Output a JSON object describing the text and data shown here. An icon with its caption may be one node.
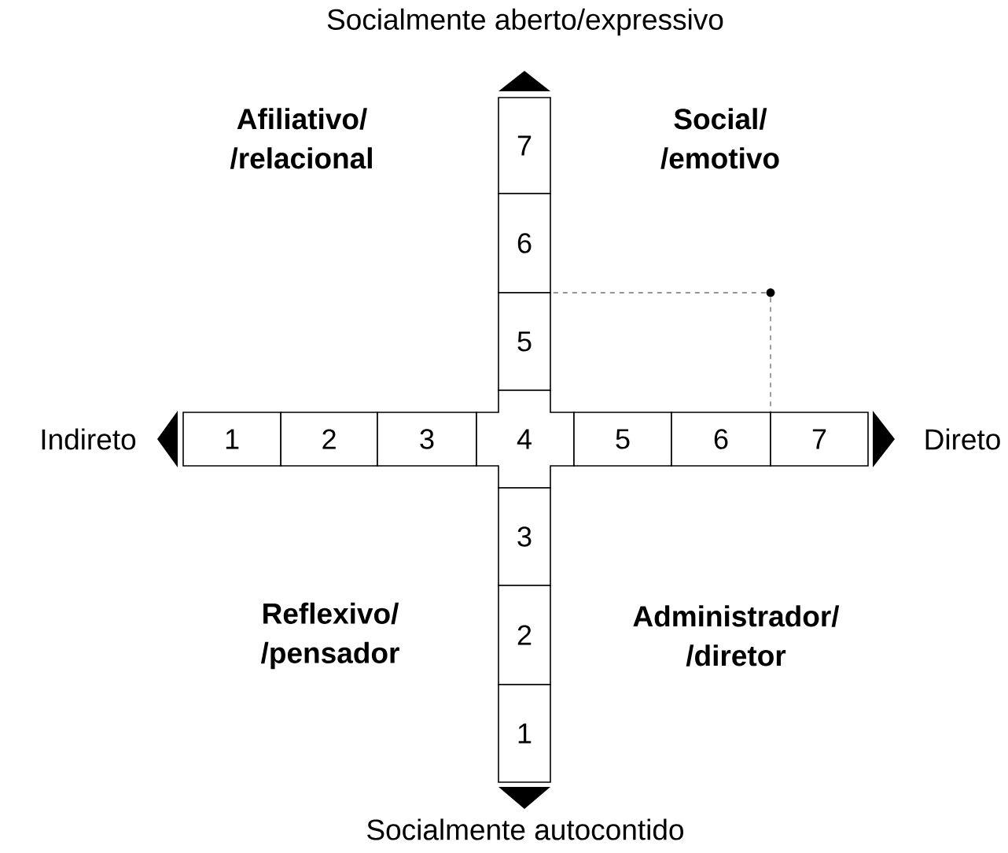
{
  "diagram": {
    "nodes": [
      {
        "text": [
          "7"
        ]
      },
      {
        "text": [
          "6"
        ]
      },
      {
        "text": [
          "5"
        ]
      },
      {
        "text": [
          "1"
        ]
      },
      {
        "text": [
          "2"
        ]
      },
      {
        "text": [
          "3"
        ]
      },
      {
        "text": [
          "4"
        ]
      },
      {
        "text": [
          "5"
        ]
      },
      {
        "text": [
          "6"
        ]
      },
      {
        "text": [
          "7"
        ]
      },
      {
        "text": [
          "3"
        ]
      },
      {
        "text": [
          "2"
        ]
      },
      {
        "text": [
          "1"
        ]
      },
      {
        "text": [],
        "shape": "circle"
      }
    ],
    "edges": [
      {
        "from": 13,
        "to": 2,
        "arrow": "none",
        "style": "dashed"
      },
      {
        "from": 13,
        "to": 9,
        "arrow": "none",
        "style": "dashed"
      }
    ],
    "labels": [
      "Socialmente aberto/expressivo",
      "Afiliativo/ /relacional",
      "Social/ /emotivo",
      "Indireto",
      "Direto",
      "Reflexivo/ /pensador",
      "Administrador/ /diretor",
      "Socialmente autocontido"
    ]
  }
}
